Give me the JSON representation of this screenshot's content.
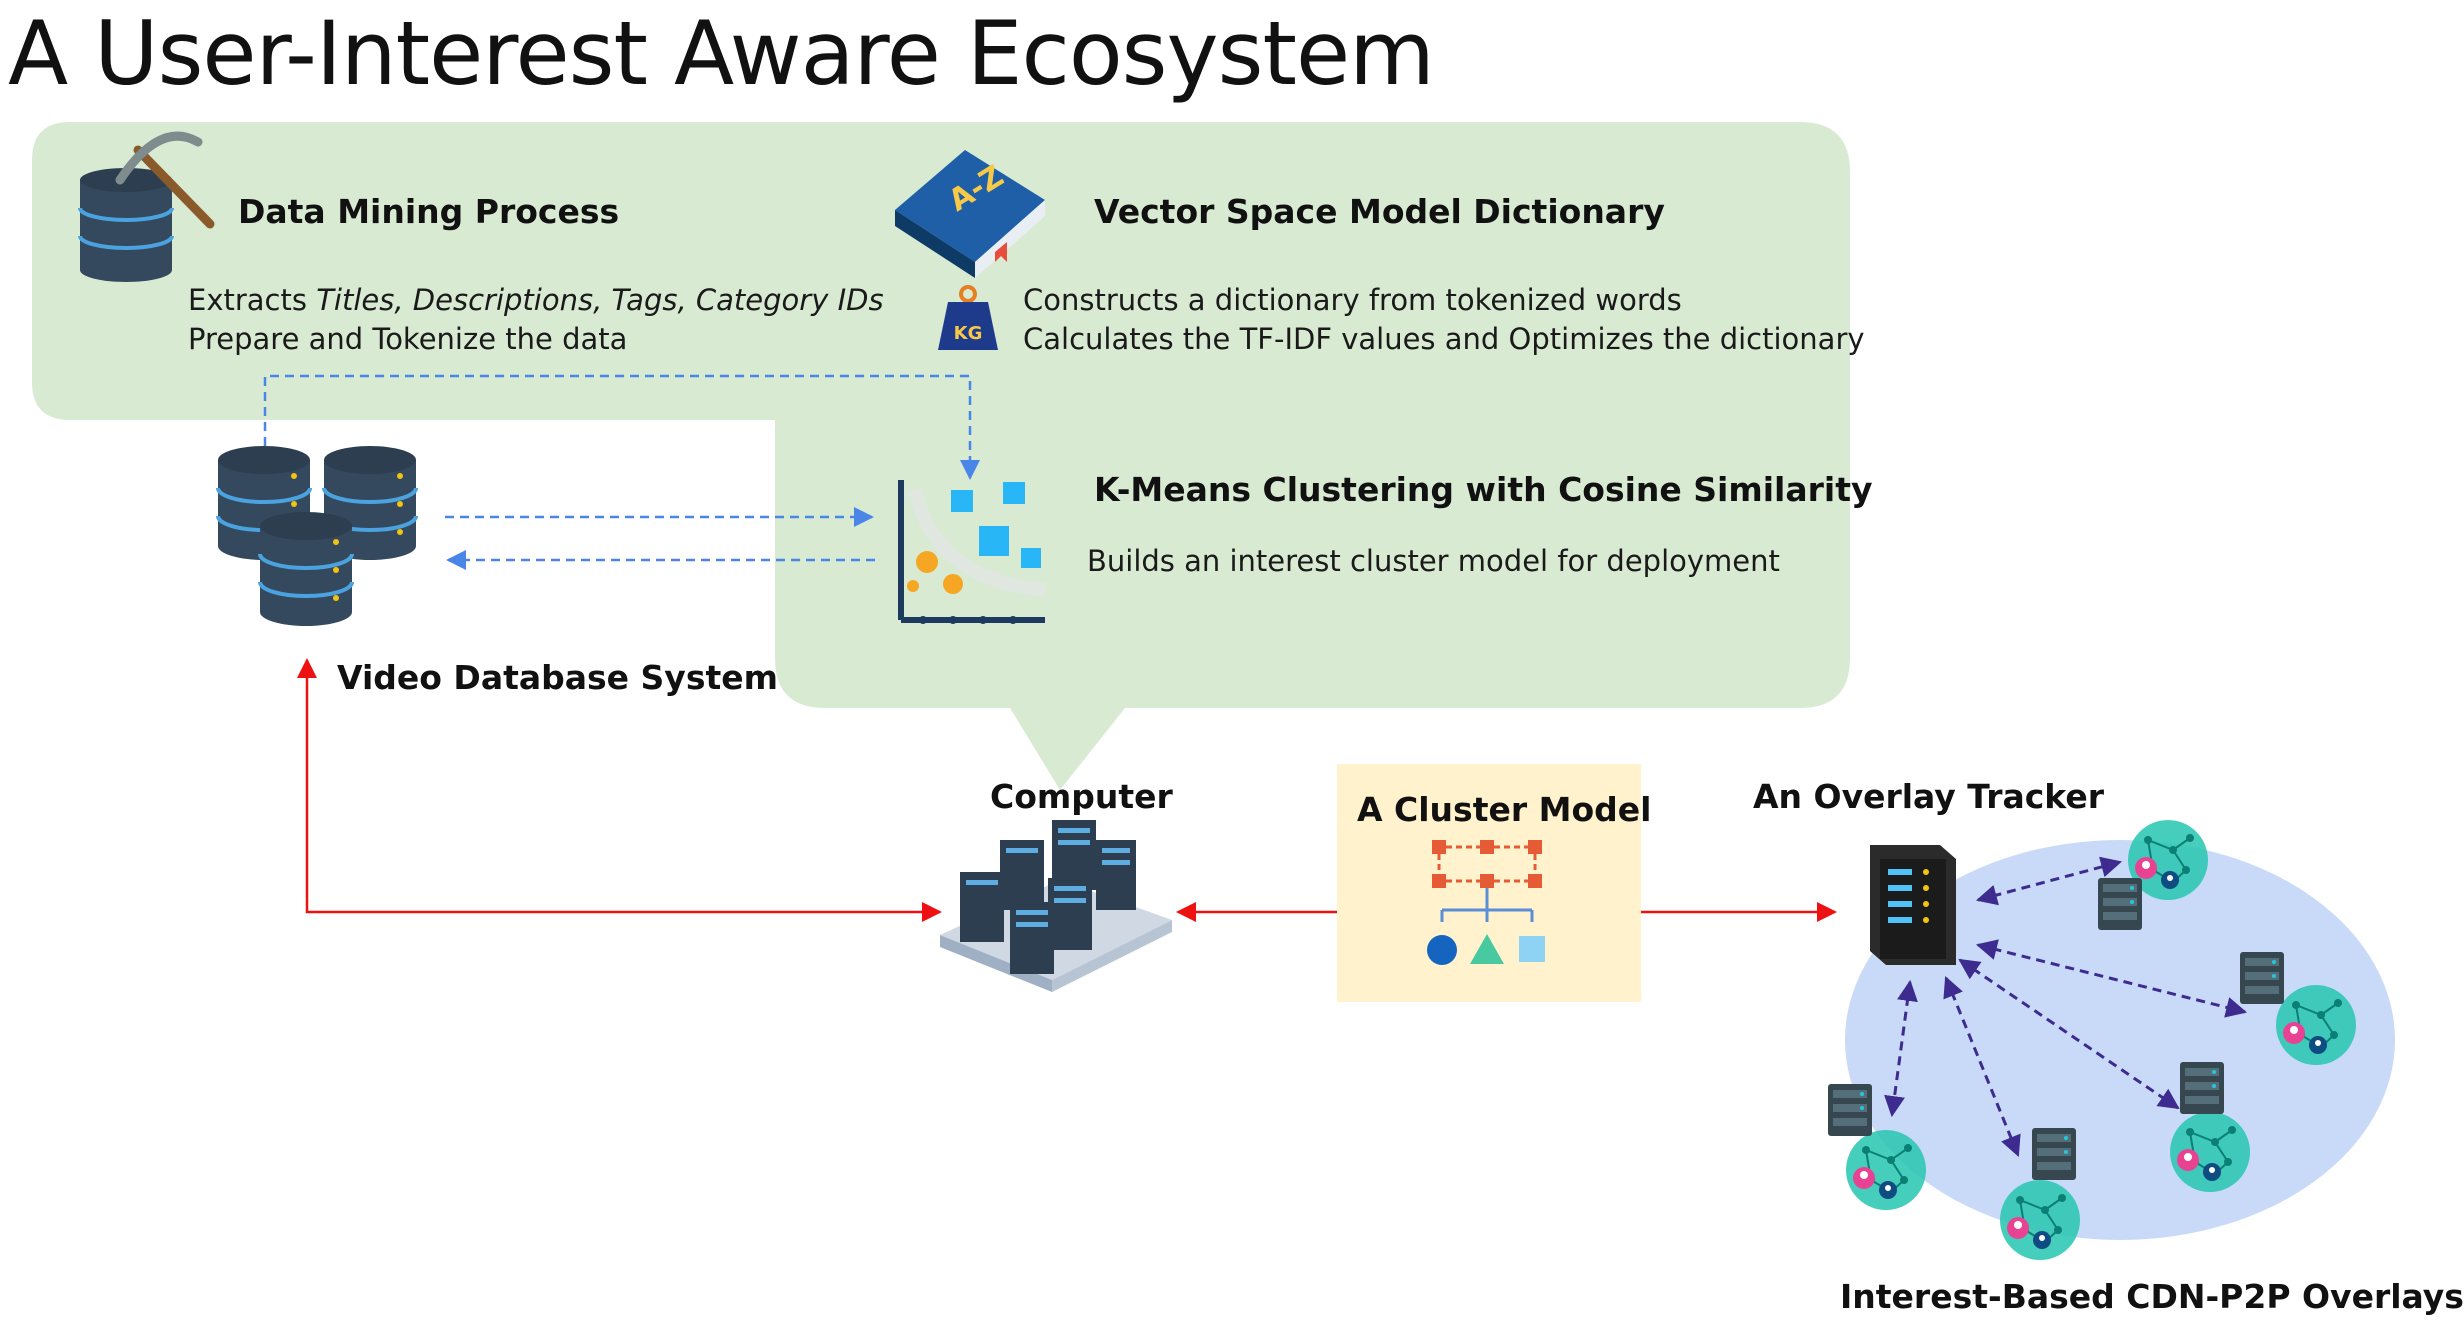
{
  "title": "A User-Interest Aware Ecosystem",
  "colors": {
    "bubble": "#d9ead3",
    "cluster_box": "#fff2cc",
    "overlay_ellipse": "#c9daf8",
    "blue_arrow": "#4a86e8",
    "red_arrow": "#ee1111",
    "purple_arrow": "#3d2b8f"
  },
  "data_mining": {
    "heading": "Data Mining Process",
    "line1_prefix": "Extracts ",
    "line1_italic": "Titles, Descriptions, Tags, Category IDs",
    "line2": "Prepare and Tokenize the data"
  },
  "vsm": {
    "heading": "Vector Space Model Dictionary",
    "book_label": "A-Z",
    "kg_label": "KG",
    "line1": "Constructs a dictionary from tokenized words",
    "line2": "Calculates the TF-IDF values and Optimizes the dictionary"
  },
  "kmeans": {
    "heading": "K-Means Clustering with Cosine Similarity",
    "line1": "Builds an interest cluster model for deployment"
  },
  "video_db": {
    "label": "Video Database System"
  },
  "computer": {
    "label": "Computer"
  },
  "cluster_model": {
    "label": "A Cluster Model"
  },
  "tracker": {
    "label": "An Overlay Tracker"
  },
  "overlays": {
    "label": "Interest-Based CDN-P2P Overlays"
  }
}
